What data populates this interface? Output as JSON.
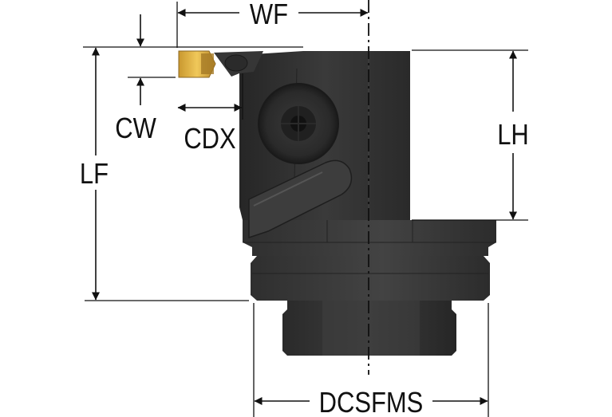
{
  "labels": {
    "wf": "WF",
    "cw": "CW",
    "cdx": "CDX",
    "lf": "LF",
    "lh": "LH",
    "dcsfms": "DCSFMS"
  },
  "colors": {
    "body_dark": "#2e2e2e",
    "body_mid": "#3b3b3b",
    "body_light": "#4a4a4a",
    "insert_gold": "#e0b64a",
    "line": "#111111"
  }
}
